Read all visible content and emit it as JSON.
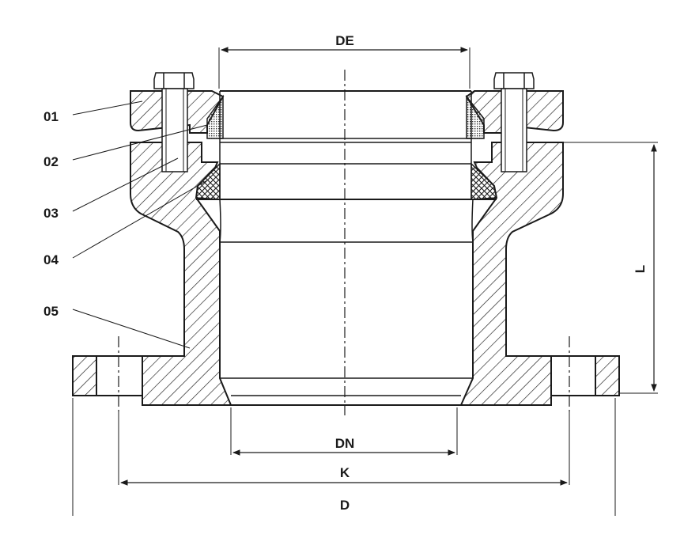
{
  "dimensions": {
    "de": "DE",
    "dn": "DN",
    "k": "K",
    "d": "D",
    "l": "L"
  },
  "parts": [
    "01",
    "02",
    "03",
    "04",
    "05"
  ]
}
